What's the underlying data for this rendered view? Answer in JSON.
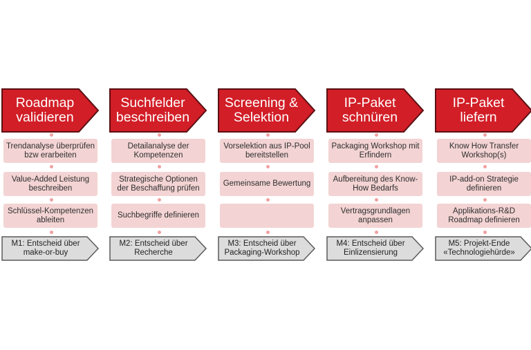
{
  "colors": {
    "phase_fill": "#d21e27",
    "phase_border": "#5a1014",
    "task_fill": "#f3d3d3",
    "milestone_fill": "#dcdcdc",
    "milestone_border": "#5a5a5a"
  },
  "phases": [
    {
      "title": "Roadmap\nvalidieren",
      "tasks": [
        "Trendanalyse überprüfen\nbzw erarbeiten",
        "Value-Added Leistung\nbeschreiben",
        "Schlüssel-Kompetenzen\nableiten"
      ],
      "milestone": "M1: Entscheid  über\nmake-or-buy"
    },
    {
      "title": "Suchfelder\nbeschreiben",
      "tasks": [
        "Detailanalyse der\nKompetenzen",
        "Strategische Optionen\nder Beschaffung prüfen",
        "Suchbegriffe definieren"
      ],
      "milestone": "M2: Entscheid  über\nRecherche"
    },
    {
      "title": "Screening &\nSelektion",
      "tasks": [
        "Vorselektion aus IP-Pool\nbereitstellen",
        "Gemeinsame  Bewertung",
        ""
      ],
      "milestone": "M3: Entscheid  über\nPackaging-Workshop"
    },
    {
      "title": "IP-Paket\nschnüren",
      "tasks": [
        "Packaging Workshop mit\nErfindern",
        "Aufbereitung des Know-\nHow Bedarfs",
        "Vertragsgrundlagen\nanpassen"
      ],
      "milestone": "M4: Entscheid über\nEinlizensierung"
    },
    {
      "title": "IP-Paket\nliefern",
      "tasks": [
        "Know How Transfer\nWorkshop(s)",
        "IP-add-on Strategie\ndefinieren",
        "Applikations-R&D\nRoadmap definieren"
      ],
      "milestone": "M5: Projekt-Ende\n«Technologiehürde»"
    }
  ]
}
